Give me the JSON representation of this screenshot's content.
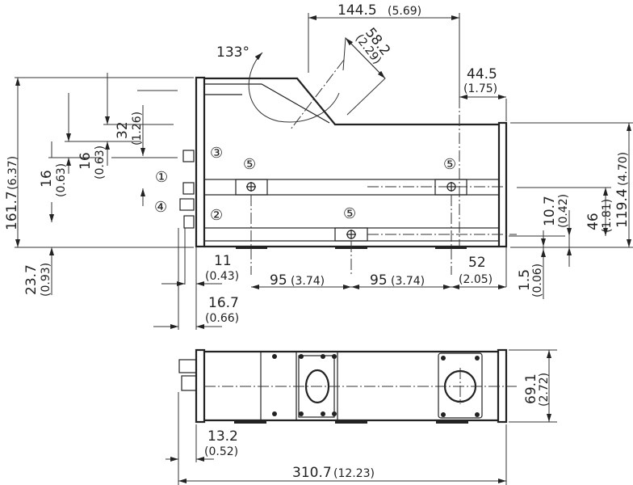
{
  "callouts": {
    "c1": "①",
    "c2": "②",
    "c3": "③",
    "c4": "④",
    "c5": "⑤"
  },
  "dims": {
    "d144": {
      "mm": "144.5",
      "in": "(5.69)"
    },
    "d58": {
      "mm": "58.2",
      "in": "(2.29)"
    },
    "angle": "133°",
    "d44": {
      "mm": "44.5",
      "in": "(1.75)"
    },
    "d161": {
      "mm": "161.7",
      "in": "(6.37)"
    },
    "d32": {
      "mm": "32",
      "in": "(1.26)"
    },
    "d16a": {
      "mm": "16",
      "in": "(0.63)"
    },
    "d16b": {
      "mm": "16",
      "in": "(0.63)"
    },
    "d23": {
      "mm": "23.7",
      "in": "(0.93)"
    },
    "d11": {
      "mm": "11",
      "in": "(0.43)"
    },
    "d16_7": {
      "mm": "16.7",
      "in": "(0.66)"
    },
    "d95a": {
      "mm": "95",
      "in": "(3.74)"
    },
    "d95b": {
      "mm": "95",
      "in": "(3.74)"
    },
    "d52": {
      "mm": "52",
      "in": "(2.05)"
    },
    "d1_5": {
      "mm": "1.5",
      "in": "(0.06)"
    },
    "d10_7": {
      "mm": "10.7",
      "in": "(0.42)"
    },
    "d46": {
      "mm": "46",
      "in": "(1.81)"
    },
    "d119": {
      "mm": "119.4",
      "in": "(4.70)"
    },
    "d69": {
      "mm": "69.1",
      "in": "(2.72)"
    },
    "d13": {
      "mm": "13.2",
      "in": "(0.52)"
    },
    "d310": {
      "mm": "310.7",
      "in": "(12.23)"
    }
  }
}
